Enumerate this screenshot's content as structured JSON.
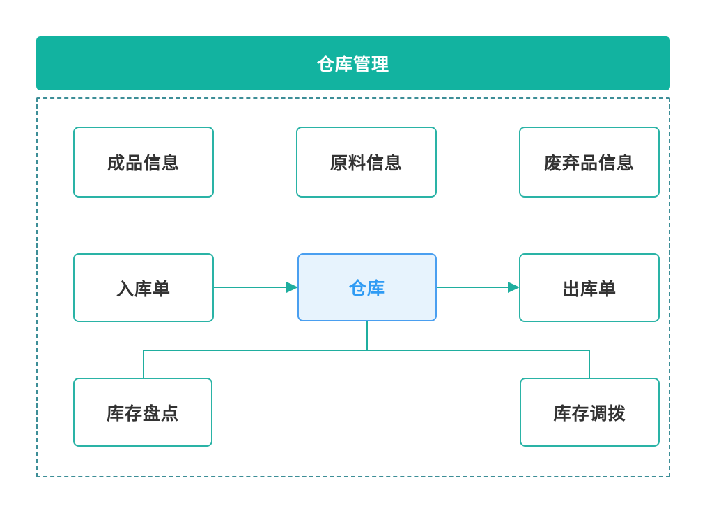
{
  "header": {
    "title": "仓库管理"
  },
  "diagram": {
    "nodes": {
      "finished": {
        "label": "成品信息"
      },
      "raw": {
        "label": "原料信息"
      },
      "waste": {
        "label": "废弃品信息"
      },
      "inbound": {
        "label": "入库单"
      },
      "warehouse": {
        "label": "仓库"
      },
      "outbound": {
        "label": "出库单"
      },
      "stocktake": {
        "label": "库存盘点"
      },
      "transfer": {
        "label": "库存调拨"
      }
    },
    "edges": [
      {
        "from": "入库单",
        "to": "仓库",
        "style": "arrow"
      },
      {
        "from": "仓库",
        "to": "出库单",
        "style": "arrow"
      },
      {
        "from": "仓库",
        "to": "库存盘点",
        "style": "elbow-line"
      },
      {
        "from": "仓库",
        "to": "库存调拨",
        "style": "elbow-line"
      }
    ]
  },
  "colors": {
    "header_bg": "#12b3a0",
    "header_text": "#ffffff",
    "node_border": "#2ab3a6",
    "node_text": "#333333",
    "connector": "#1fae9f",
    "dashed_border": "#3d8e97",
    "warehouse_bg": "#e7f3fd",
    "warehouse_border": "#4a9ff0",
    "warehouse_text": "#2f9bf4",
    "canvas_bg": "#ffffff"
  }
}
